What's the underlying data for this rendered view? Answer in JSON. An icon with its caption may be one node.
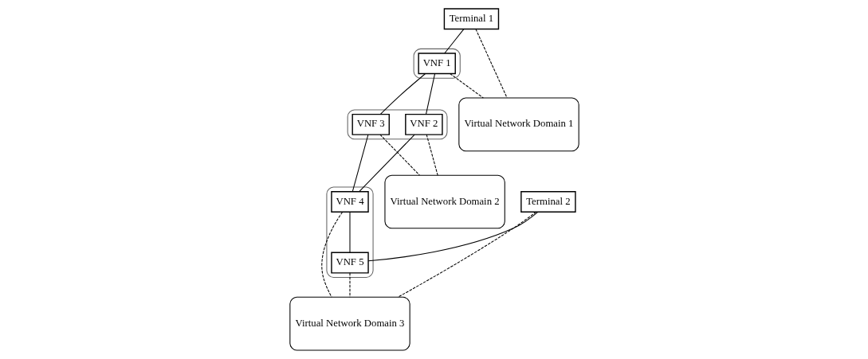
{
  "diagram": {
    "nodes": [
      {
        "text": [
          "Terminal 1"
        ]
      },
      {
        "text": [],
        "shape": "cloud"
      },
      {
        "text": [
          "VNF 1"
        ],
        "in": 1
      },
      {
        "text": [],
        "shape": "cloud"
      },
      {
        "text": [
          "VNF 2"
        ],
        "in": 3
      },
      {
        "text": [
          "VNF 3"
        ],
        "in": 3
      },
      {
        "text": [],
        "shape": "cloud"
      },
      {
        "text": [
          "Terminal 2"
        ]
      },
      {
        "text": [
          "VNF 4"
        ],
        "in": 6
      },
      {
        "text": [
          "VNF 5"
        ],
        "in": 6
      },
      {
        "text": [
          "Virtual Network Domain 1"
        ]
      },
      {
        "text": [
          "Virtual Network Domain 2"
        ]
      },
      {
        "text": [
          "Virtual Network Domain 3"
        ]
      }
    ],
    "edges": [
      {
        "from": 0,
        "to": 2,
        "arrow": "none"
      },
      {
        "from": 2,
        "to": 4,
        "arrow": "none"
      },
      {
        "from": 2,
        "to": 5,
        "arrow": "none"
      },
      {
        "from": 4,
        "to": 8,
        "arrow": "none"
      },
      {
        "from": 5,
        "to": 8,
        "arrow": "none"
      },
      {
        "from": 8,
        "to": 9,
        "arrow": "none"
      },
      {
        "from": 7,
        "to": 9,
        "arrow": "none"
      },
      {
        "from": 0,
        "to": 10,
        "arrow": "none",
        "style": "dashed"
      },
      {
        "from": 2,
        "to": 10,
        "arrow": "none",
        "style": "dashed"
      },
      {
        "from": 4,
        "to": 11,
        "arrow": "none",
        "style": "dashed"
      },
      {
        "from": 5,
        "to": 11,
        "arrow": "none",
        "style": "dashed"
      },
      {
        "from": 8,
        "to": 12,
        "arrow": "none",
        "style": "dashed"
      },
      {
        "from": 9,
        "to": 12,
        "arrow": "none",
        "style": "dashed"
      },
      {
        "from": 7,
        "to": 12,
        "arrow": "none",
        "style": "dashed"
      }
    ]
  }
}
